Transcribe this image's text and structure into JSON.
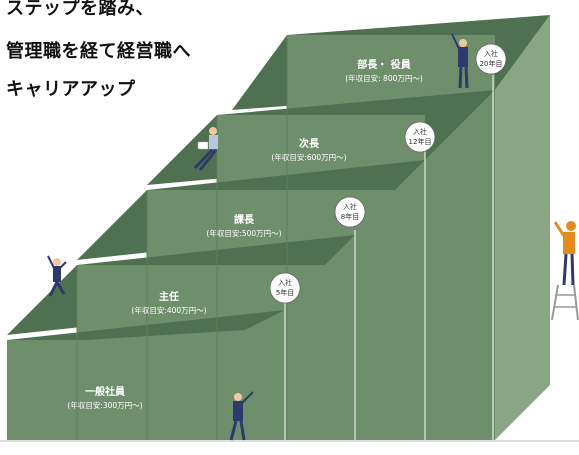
{
  "heading": {
    "line1": "ステップを踏み、",
    "line2": "管理職を経て経営職へ",
    "line3": "キャリアアップ"
  },
  "steps": [
    {
      "title": "一般社員",
      "salary": "(年収目安:300万円〜)"
    },
    {
      "title": "主任",
      "salary": "(年収目安:400万円〜)"
    },
    {
      "title": "課長",
      "salary": "(年収目安:500万円〜)"
    },
    {
      "title": "次長",
      "salary": "(年収目安:600万円〜)"
    },
    {
      "title": "部長・ 役員",
      "salary": "(年収目安:   800万円〜)"
    }
  ],
  "milestones": [
    {
      "line1": "入社",
      "line2": "5年目"
    },
    {
      "line1": "入社",
      "line2": "8年目"
    },
    {
      "line1": "入社",
      "line2": "12年目"
    },
    {
      "line1": "入社",
      "line2": "20年目"
    }
  ],
  "colors": {
    "front": "#6f8f6c",
    "top": "#4f7152",
    "side": "#8aa584",
    "text": "#111111"
  }
}
